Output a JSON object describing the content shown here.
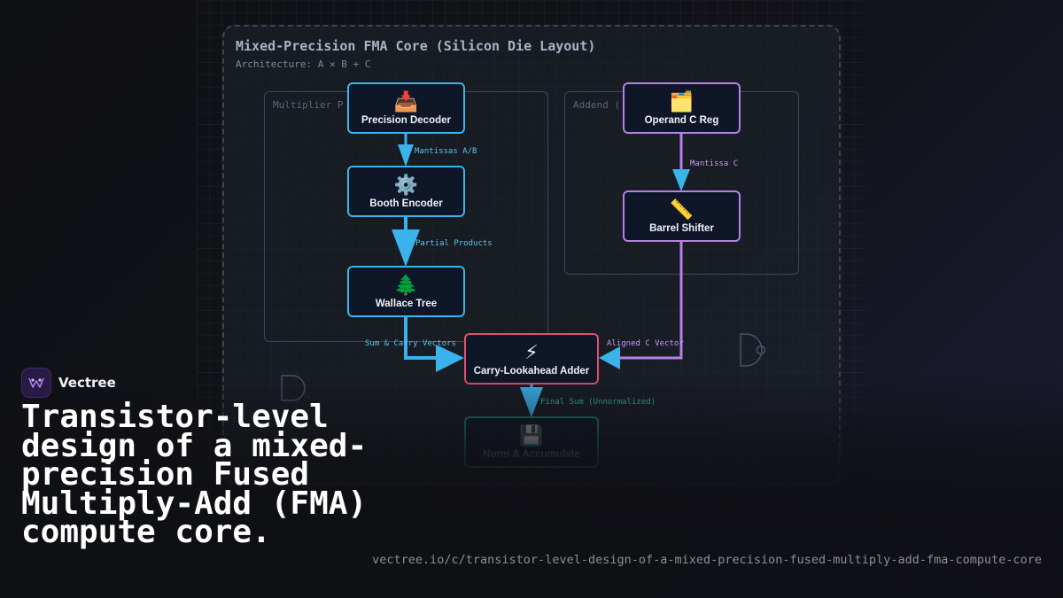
{
  "diagram": {
    "title": "Mixed-Precision FMA Core (Silicon Die Layout)",
    "subtitle": "Architecture: A × B + C",
    "regions": {
      "multiplier": "Multiplier P",
      "addend": "Addend ("
    },
    "nodes": {
      "precision_decoder": {
        "label": "Precision Decoder",
        "icon": "inbox-tray-icon",
        "glyph": "📥"
      },
      "booth_encoder": {
        "label": "Booth Encoder",
        "icon": "gear-icon",
        "glyph": "⚙️"
      },
      "wallace_tree": {
        "label": "Wallace Tree",
        "icon": "evergreen-tree-icon",
        "glyph": "🌲"
      },
      "operand_c_reg": {
        "label": "Operand C Reg",
        "icon": "card-index-dividers-icon",
        "glyph": "🗂️"
      },
      "barrel_shifter": {
        "label": "Barrel Shifter",
        "icon": "straight-ruler-icon",
        "glyph": "📏"
      },
      "cla_adder": {
        "label": "Carry-Lookahead Adder",
        "icon": "lightning-icon",
        "glyph": "⚡"
      },
      "norm_accumulate": {
        "label": "Norm & Accumulate",
        "icon": "floppy-disk-icon",
        "glyph": "💾"
      }
    },
    "edges": {
      "mantissas_ab": "Mantissas A/B",
      "partial_products": "Partial Products",
      "mantissa_c": "Mantissa C",
      "sum_carry": "Sum & Carry Vectors",
      "aligned_c": "Aligned C Vector",
      "final_sum": "Final Sum (Unnormalized)"
    },
    "colors": {
      "multiplier_path": "#3bb2ec",
      "addend_path": "#b580ee",
      "adder": "#e0506b",
      "normalize": "#1fa07a"
    }
  },
  "brand": {
    "name": "Vectree",
    "headline": "Transistor-level design of a mixed-precision Fused Multiply-Add (FMA) compute core.",
    "url": "vectree.io/c/transistor-level-design-of-a-mixed-precision-fused-multiply-add-fma-compute-core"
  }
}
